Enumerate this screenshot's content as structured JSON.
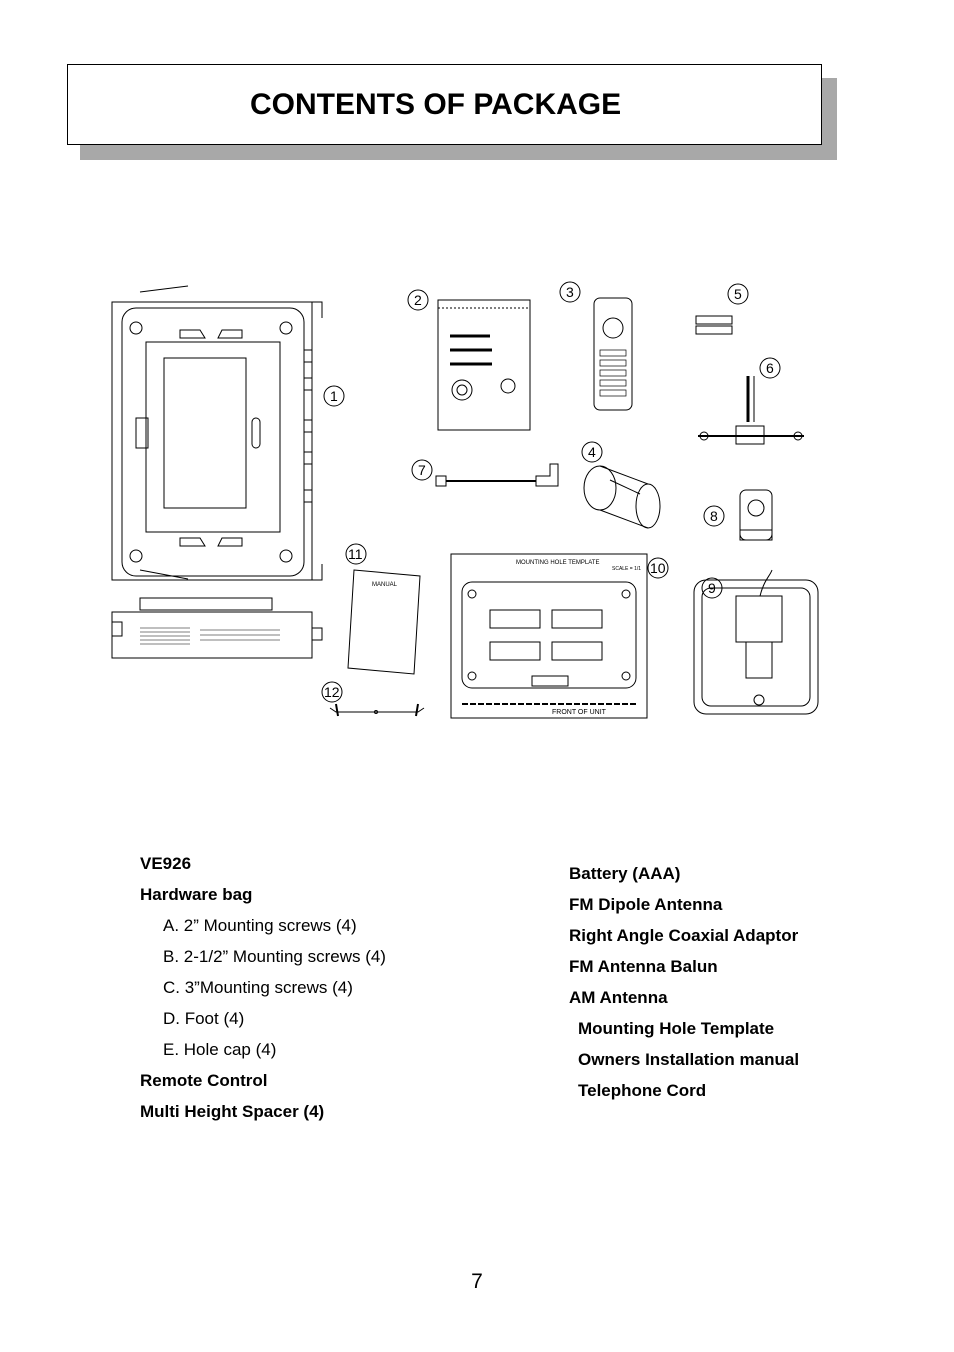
{
  "header": {
    "title": "CONTENTS OF PACKAGE"
  },
  "figure": {
    "callouts": [
      "1",
      "2",
      "3",
      "4",
      "5",
      "6",
      "7",
      "8",
      "9",
      "10",
      "11",
      "12"
    ],
    "manual_label": "MANUAL",
    "template_header": "MOUNTING HOLE TEMPLATE",
    "template_scale": "SCALE = 1/1",
    "template_footer": "FRONT OF UNIT"
  },
  "left_list": [
    {
      "text": "VE926",
      "bold": true,
      "indent": false
    },
    {
      "text": "Hardware bag",
      "bold": true,
      "indent": false
    },
    {
      "text": "A. 2” Mounting screws (4)",
      "bold": false,
      "indent": true
    },
    {
      "text": "B. 2-1/2” Mounting screws (4)",
      "bold": false,
      "indent": true
    },
    {
      "text": "C. 3”Mounting screws (4)",
      "bold": false,
      "indent": true
    },
    {
      "text": "D. Foot (4)",
      "bold": false,
      "indent": true
    },
    {
      "text": "E. Hole cap (4)",
      "bold": false,
      "indent": true
    },
    {
      "text": "Remote Control",
      "bold": true,
      "indent": false
    },
    {
      "text": "Multi Height Spacer (4)",
      "bold": true,
      "indent": false
    }
  ],
  "right_list": [
    {
      "text": "Battery (AAA)",
      "bold": true,
      "indent": false
    },
    {
      "text": "FM Dipole Antenna",
      "bold": true,
      "indent": false
    },
    {
      "text": "Right Angle Coaxial Adaptor",
      "bold": true,
      "indent": false
    },
    {
      "text": "FM Antenna Balun",
      "bold": true,
      "indent": false
    },
    {
      "text": "AM Antenna",
      "bold": true,
      "indent": false
    },
    {
      "text": "Mounting Hole Template",
      "bold": true,
      "indent": true
    },
    {
      "text": "Owners Installation manual",
      "bold": true,
      "indent": true
    },
    {
      "text": "Telephone Cord",
      "bold": true,
      "indent": true
    }
  ],
  "footer": {
    "page_number": "7"
  }
}
